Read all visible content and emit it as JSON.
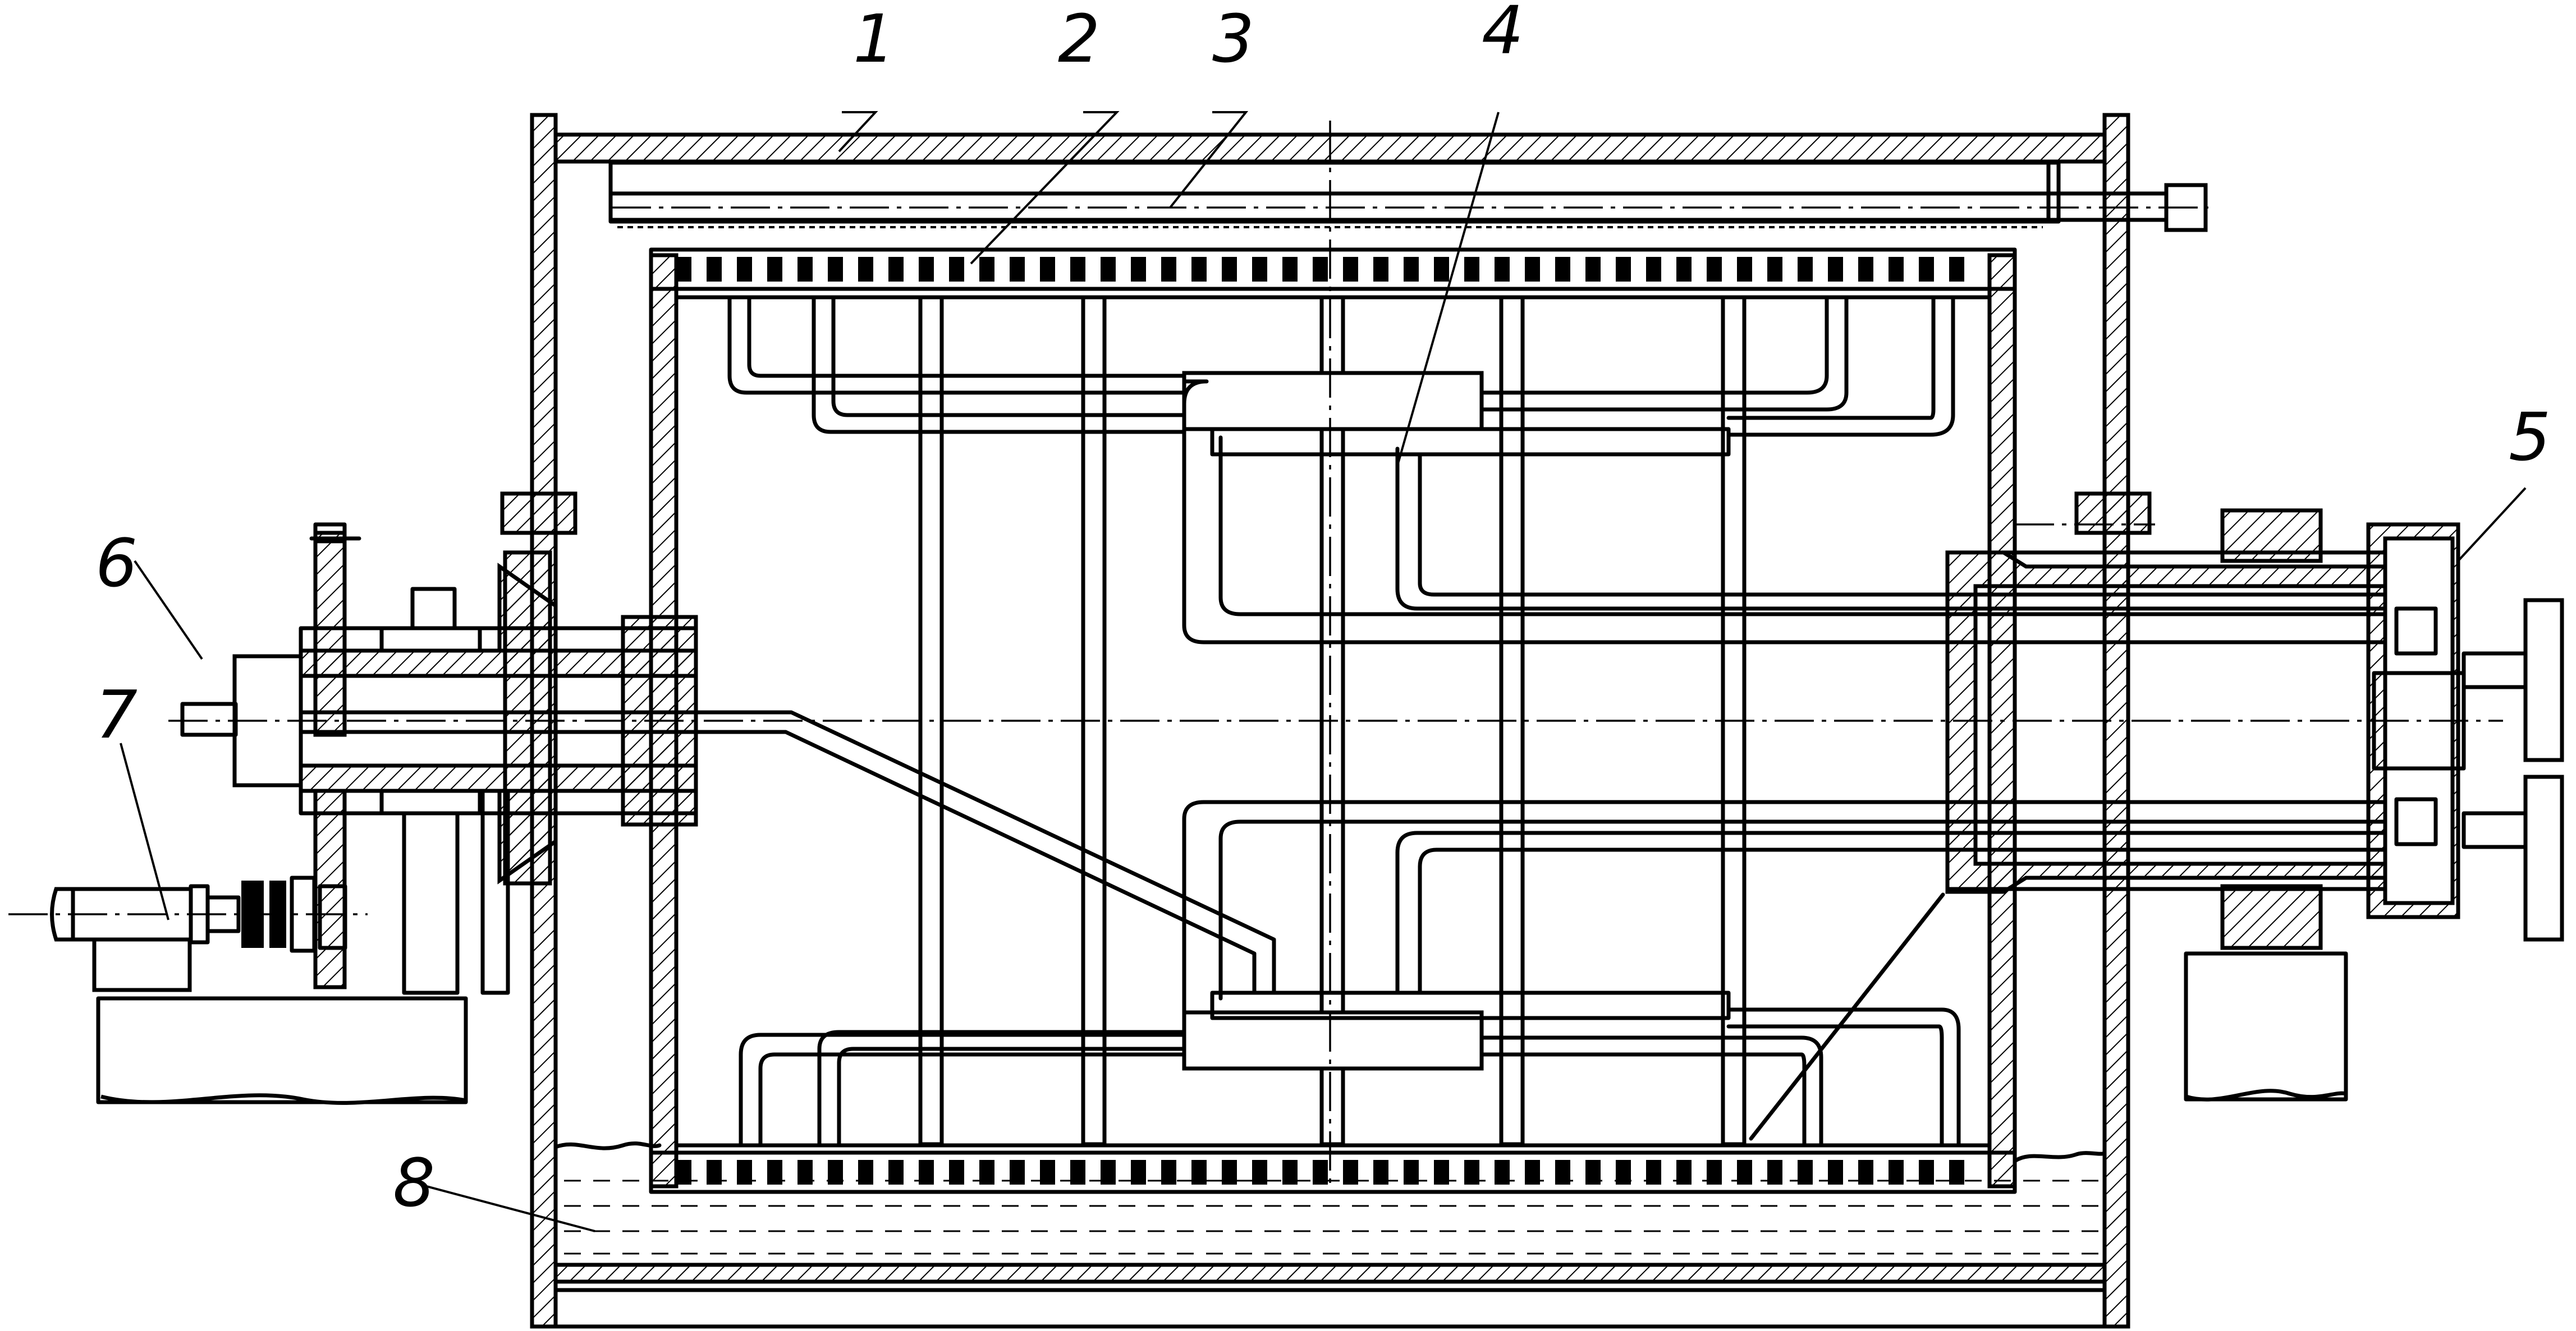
{
  "figure": {
    "callouts": [
      {
        "id": "1",
        "text": "1"
      },
      {
        "id": "2",
        "text": "2"
      },
      {
        "id": "3",
        "text": "3"
      },
      {
        "id": "4",
        "text": "4"
      },
      {
        "id": "5",
        "text": "5"
      },
      {
        "id": "6",
        "text": "6"
      },
      {
        "id": "7",
        "text": "7"
      },
      {
        "id": "8",
        "text": "8"
      }
    ]
  }
}
